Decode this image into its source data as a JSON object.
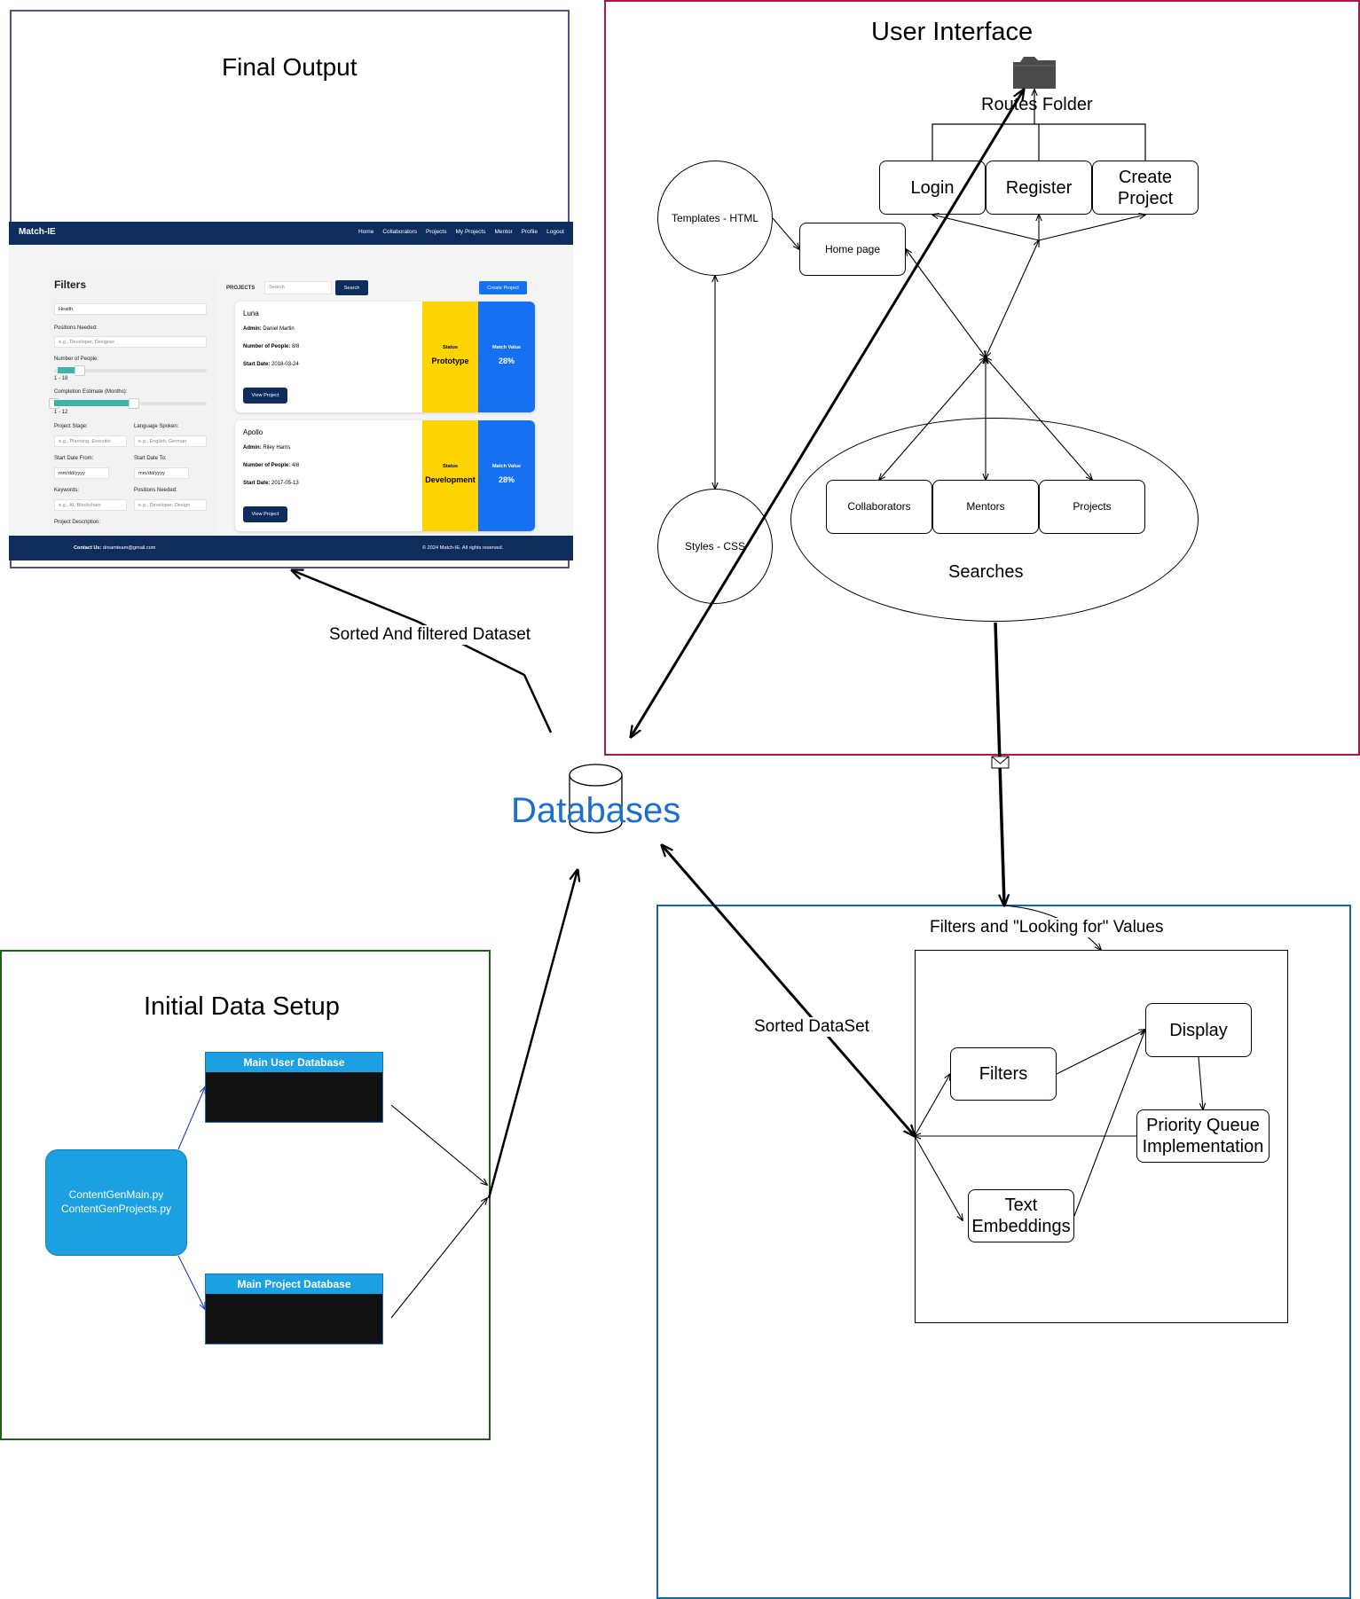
{
  "final_output": {
    "title": "Final Output",
    "app": {
      "brand": "Match-IE",
      "nav": [
        "Home",
        "Collaborators",
        "Projects",
        "My Projects",
        "Mentor",
        "Profile",
        "Logout"
      ],
      "filters": {
        "title": "Filters",
        "search_value": "Health",
        "positions_label": "Positions Needed:",
        "positions_placeholder": "e.g., Developer, Designer",
        "people_label": "Number of People:",
        "people_range": "1 - 18",
        "people_level": 0.12,
        "completion_label": "Completion Estimate (Months):",
        "completion_range": "1 - 12",
        "completion_level": 0.5,
        "stage_label": "Project Stage:",
        "stage_placeholder": "e.g., Planning, Executio",
        "language_label": "Language Spoken:",
        "language_placeholder": "e.g., English, German",
        "start_from_label": "Start Date From:",
        "start_to_label": "Start Date To:",
        "date_placeholder": "mm/dd/yyyy",
        "keywords_label": "Keywords:",
        "keywords_placeholder": "e.g., AI, Blockchain",
        "positions2_label": "Positions Needed:",
        "positions2_placeholder": "e.g., Developer, Design",
        "description_label": "Project Description:"
      },
      "projects_label": "PROJECTS",
      "search_placeholder": "Search",
      "search_button": "Search",
      "create_button": "Create Project",
      "cards": [
        {
          "name": "Luna",
          "admin_label": "Admin:",
          "admin": "Daniel Martin",
          "people_label": "Number of People:",
          "people": "8/8",
          "start_label": "Start Date:",
          "start": "2018-03-24",
          "view_button": "View Project",
          "status_label": "Status",
          "status": "Prototype",
          "match_label": "Match Value",
          "match": "28%"
        },
        {
          "name": "Apollo",
          "admin_label": "Admin:",
          "admin": "Riley Harris",
          "people_label": "Number of People:",
          "people": "4/8",
          "start_label": "Start Date:",
          "start": "2017-05-13",
          "view_button": "View Project",
          "status_label": "Status",
          "status": "Development",
          "match_label": "Match Value",
          "match": "28%"
        }
      ],
      "footer_contact_label": "Contact Us:",
      "footer_email": "dreamteam@gmail.com",
      "footer_copyright": "© 2024 Match-IE. All rights reserved."
    }
  },
  "user_interface": {
    "title": "User Interface",
    "routes_folder": "Routes Folder",
    "login": "Login",
    "register": "Register",
    "create_project": "Create Project",
    "templates": "Templates - HTML",
    "home_page": "Home page",
    "styles": "Styles - CSS",
    "collaborators": "Collaborators",
    "mentors": "Mentors",
    "projects": "Projects",
    "searches": "Searches"
  },
  "databases": {
    "label": "Databases"
  },
  "edge_labels": {
    "sorted_filtered": "Sorted And filtered Dataset",
    "sorted_dataset": "Sorted DataSet",
    "filters_values": "Filters and \"Looking for\" Values"
  },
  "processing": {
    "filters": "Filters",
    "display": "Display",
    "priority_queue": "Priority Queue Implementation",
    "text_embeddings": "Text Embeddings"
  },
  "initial_setup": {
    "title": "Initial Data Setup",
    "scripts_line1": "ContentGenMain.py",
    "scripts_line2": "ContentGenProjects.py",
    "main_user_db": "Main User Database",
    "main_project_db": "Main Project Database"
  },
  "colors": {
    "final_output_border": "#5b4f8a",
    "ui_border": "#b0164a",
    "processing_border": "#1566a8",
    "setup_border": "#1f5f1a",
    "databases_text": "#1a6fcf",
    "app_navy": "#0f2d5c",
    "status_yellow": "#ffd400",
    "match_blue": "#1670f2",
    "script_node": "#1ba1e2"
  }
}
